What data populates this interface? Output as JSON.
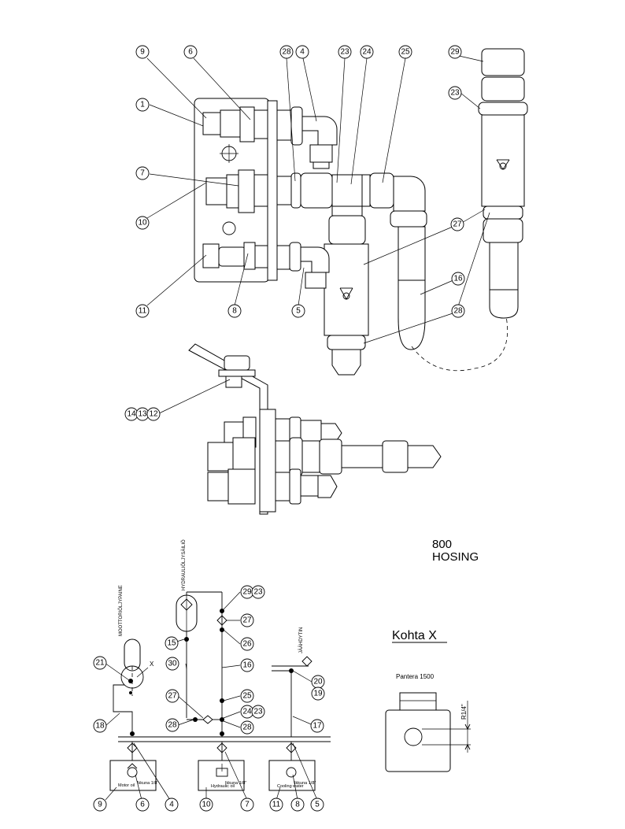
{
  "title": {
    "line1": "800",
    "line2": "HOSING"
  },
  "detail": {
    "heading": "Kohta X",
    "subtitle": "Pantera 1500",
    "thread": "R1/4\""
  },
  "schematic": {
    "point_marker": "X",
    "labels": {
      "motor_oil_gauge": "MOOTTORIÖLJYPAINE",
      "hydraulic_filter": "HYDRAULIÖLJYSÄILIÖ",
      "coolant": "JÄÄHDYTIN"
    },
    "boxes": {
      "motor_oil": "Motor oil",
      "hydraulic_oil": "Hydraulic oil",
      "cooling_water": "Cooling water"
    },
    "box_marking": "Ikkuna 1/8\""
  },
  "callouts": {
    "c1": "1",
    "c4": "4",
    "c5": "5",
    "c6": "6",
    "c7": "7",
    "c8": "8",
    "c9": "9",
    "c10": "10",
    "c11": "11",
    "c12": "12",
    "c13": "13",
    "c14": "14",
    "c15": "15",
    "c16": "16",
    "c17": "17",
    "c18": "18",
    "c19": "19",
    "c20": "20",
    "c21": "21",
    "c23": "23",
    "c24": "24",
    "c25": "25",
    "c26": "26",
    "c27": "27",
    "c28": "28",
    "c29": "29",
    "c30": "30"
  },
  "colors": {
    "line": "#000000",
    "background": "#ffffff"
  }
}
